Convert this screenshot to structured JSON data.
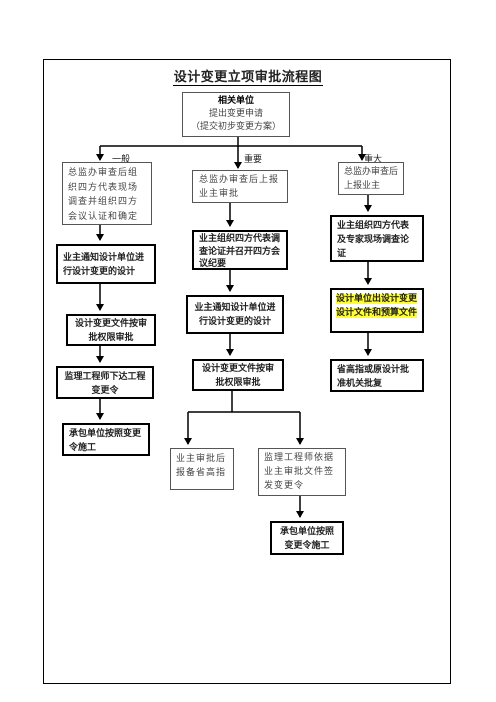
{
  "title": "设计变更立项审批流程图",
  "nodes": {
    "top": {
      "l1": "相关单位",
      "l2": "提出变更申请",
      "l3": "（提交初步变更方案）"
    },
    "g1": "总监办审查后组织四方代表现场调查并组织四方会议认证和确定",
    "g2": "业主通知设计单位进行设计变更的设计",
    "g3": "设计变更文件按审批权限审批",
    "g4": "监理工程师下达工程变更令",
    "g5": "承包单位按照变更令施工",
    "m1": "总监办审查后上报业主审批",
    "m2": "业主组织四方代表调查论证并召开四方会议纪要",
    "m3": "业主通知设计单位进行设计变更的设计",
    "m4": "设计变更文件按审批权限审批",
    "m5a": "业主审批后报备省高指",
    "m5b": "监理工程师依据业主审批文件签发变更令",
    "m6": "承包单位按照变更令施工",
    "z1": "总监办审查后上报业主",
    "z2": "业主组织四方代表及专家现场调查论证",
    "z3": "设计单位出设计变更设计文件和预算文件",
    "z4": "省高指或原设计批准机关批复"
  },
  "branches": {
    "general": "一般",
    "important": "重要",
    "major": "重大"
  },
  "colors": {
    "highlight": "#ffff33",
    "border": "#000000"
  }
}
